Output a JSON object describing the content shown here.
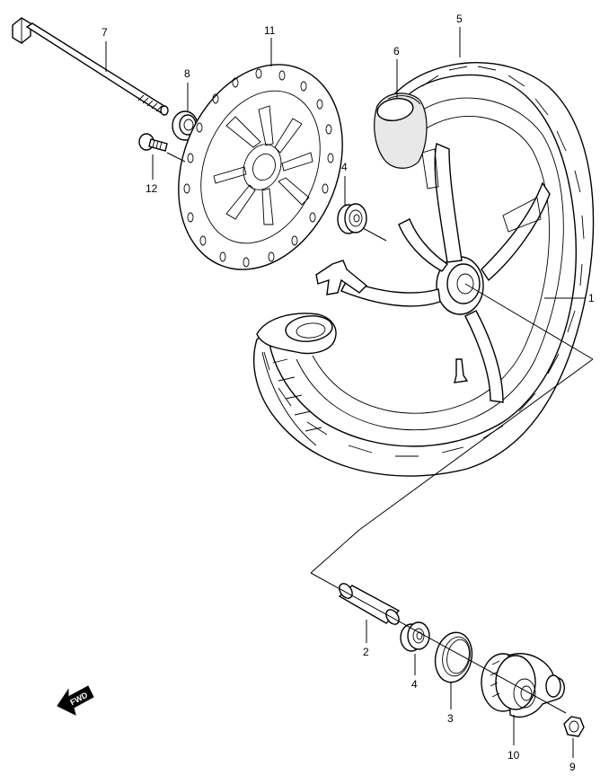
{
  "diagram": {
    "callouts": [
      {
        "id": "c1",
        "label": "1"
      },
      {
        "id": "c2",
        "label": "2"
      },
      {
        "id": "c3",
        "label": "3"
      },
      {
        "id": "c4a",
        "label": "4"
      },
      {
        "id": "c4b",
        "label": "4"
      },
      {
        "id": "c5",
        "label": "5"
      },
      {
        "id": "c6",
        "label": "6"
      },
      {
        "id": "c7",
        "label": "7"
      },
      {
        "id": "c8",
        "label": "8"
      },
      {
        "id": "c9",
        "label": "9"
      },
      {
        "id": "c10",
        "label": "10"
      },
      {
        "id": "c11",
        "label": "11"
      },
      {
        "id": "c12",
        "label": "12"
      }
    ],
    "direction_badge": "FWD"
  }
}
